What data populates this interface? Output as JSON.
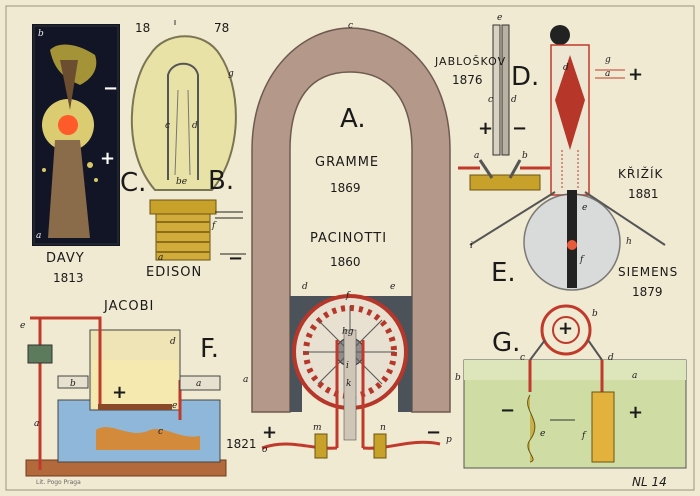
{
  "letters": {
    "A": "A.",
    "B": "B.",
    "C": "C.",
    "D": "D.",
    "E": "E.",
    "F": "F.",
    "G": "G."
  },
  "inventors": {
    "davy": {
      "name": "DAVY",
      "year": "1813"
    },
    "edison": {
      "name": "EDISON"
    },
    "edison_years": [
      "18",
      "78"
    ],
    "gramme": {
      "name": "GRAMME",
      "year": "1869"
    },
    "pacinotti": {
      "name": "PACINOTTI",
      "year": "1860"
    },
    "jabloskov": {
      "name": "JABLOŠKOV",
      "year": "1876"
    },
    "krizik": {
      "name": "KŘIŽÍK",
      "year": "1881"
    },
    "siemens": {
      "name": "SIEMENS",
      "year": "1879"
    },
    "jacobi": {
      "name": "JACOBI",
      "year": "1821"
    }
  },
  "small_labels": {
    "davy_b": "b",
    "davy_a": "a",
    "edison_g": "g",
    "edison_c": "c",
    "edison_d": "d",
    "edison_be": "be",
    "edison_f": "f",
    "edison_a": "a",
    "arch_c": "c",
    "arch_d": "d",
    "arch_e": "e",
    "arch_f": "f",
    "arch_hg": "hg",
    "arch_i": "i",
    "arch_k": "k",
    "arch_a": "a",
    "arch_b": "b",
    "arch_m": "m",
    "arch_n": "n",
    "arch_o": "o",
    "arch_p": "p",
    "jab_e": "e",
    "jab_c": "c",
    "jab_d": "d",
    "jab_a": "a",
    "jab_b": "b",
    "siem_d": "d",
    "siem_g": "g",
    "siem_a": "a",
    "siem_e": "e",
    "siem_h": "h",
    "siem_i": "i",
    "siem_f": "f",
    "jac_e": "e",
    "jac_d": "d",
    "jac_b": "b",
    "jac_a": "a",
    "jac_c": "c",
    "jac_a2": "a",
    "jac_e2": "e",
    "g_b": "b",
    "g_c": "c",
    "g_d": "d",
    "g_a": "a",
    "g_e": "e",
    "g_f": "f"
  },
  "signs": {
    "plus": "+",
    "minus": "−"
  },
  "corner_code": "NL 14",
  "printer_note": "Lit. Pogo Praga"
}
